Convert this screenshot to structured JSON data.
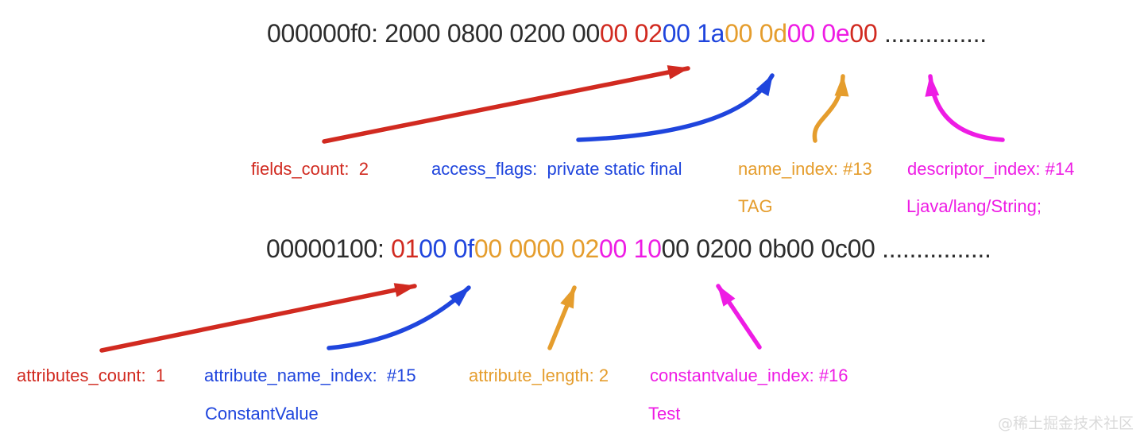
{
  "colors": {
    "dark": "#2d2d2d",
    "red": "#d12a20",
    "blue": "#1f45dd",
    "orange": "#e59d2d",
    "magenta": "#ee1ce4",
    "watermark": "#dadada"
  },
  "hex_lines": [
    {
      "name": "hex-line-1",
      "segments": [
        {
          "text": "000000f0: 2000 0800 0200 00",
          "color": "dark"
        },
        {
          "text": "00 02",
          "color": "red"
        },
        {
          "text": "00 1a",
          "color": "blue"
        },
        {
          "text": "00 0d",
          "color": "orange"
        },
        {
          "text": "00 0e",
          "color": "magenta"
        },
        {
          "text": "00",
          "color": "red"
        },
        {
          "text": " ...............",
          "color": "dark"
        }
      ]
    },
    {
      "name": "hex-line-2",
      "segments": [
        {
          "text": "00000100: ",
          "color": "dark"
        },
        {
          "text": "01",
          "color": "red"
        },
        {
          "text": "00 0f",
          "color": "blue"
        },
        {
          "text": "00 0000 02",
          "color": "orange"
        },
        {
          "text": "00 10",
          "color": "magenta"
        },
        {
          "text": "00 0200 0b00 0c00 ................",
          "color": "dark"
        }
      ]
    }
  ],
  "annotations": {
    "fields_count": "fields_count:  2",
    "access_flags": "access_flags:  private static final",
    "name_index": "name_index: #13",
    "descriptor_index": "descriptor_index: #14",
    "name_index_note": "TAG",
    "descriptor_index_note": "Ljava/lang/String;",
    "attributes_count": "attributes_count:  1",
    "attribute_name_index": "attribute_name_index:  #15",
    "attribute_length": "attribute_length: 2",
    "constantvalue_index": "constantvalue_index: #16",
    "attribute_name_note": "ConstantValue",
    "constantvalue_note": "Test"
  },
  "watermark": "@稀土掘金技术社区"
}
